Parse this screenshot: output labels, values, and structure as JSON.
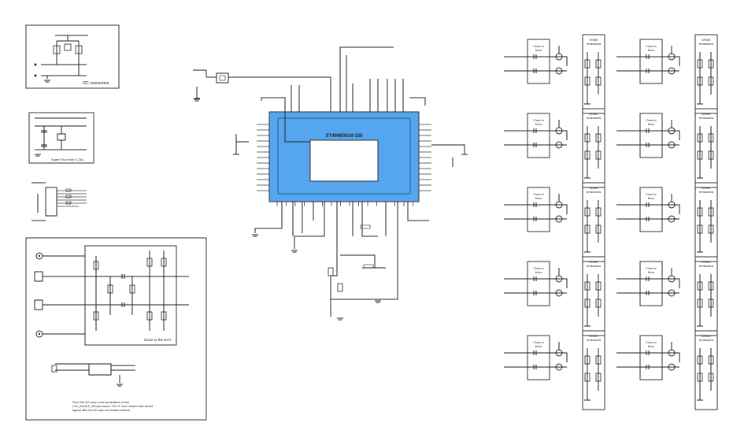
{
  "schematic": {
    "chip_label": "ST49W5010I-156",
    "i2c_title": "I2C connection",
    "xtal_title": "Spare Thru Hole X-TAL",
    "dut_note": "Close to the DUT",
    "xo_note": [
      "Place the XO close to the terminations on the",
      "CLK_IN/nCLK_IN input traces. The \"0\" ohm resistor lines should",
      "appear after the AC caps and resistor network."
    ],
    "output_cell": {
      "block_label": [
        "Close to",
        "Mxxx"
      ],
      "term_label": [
        "SPARE",
        "terminations",
        "—"
      ]
    }
  }
}
